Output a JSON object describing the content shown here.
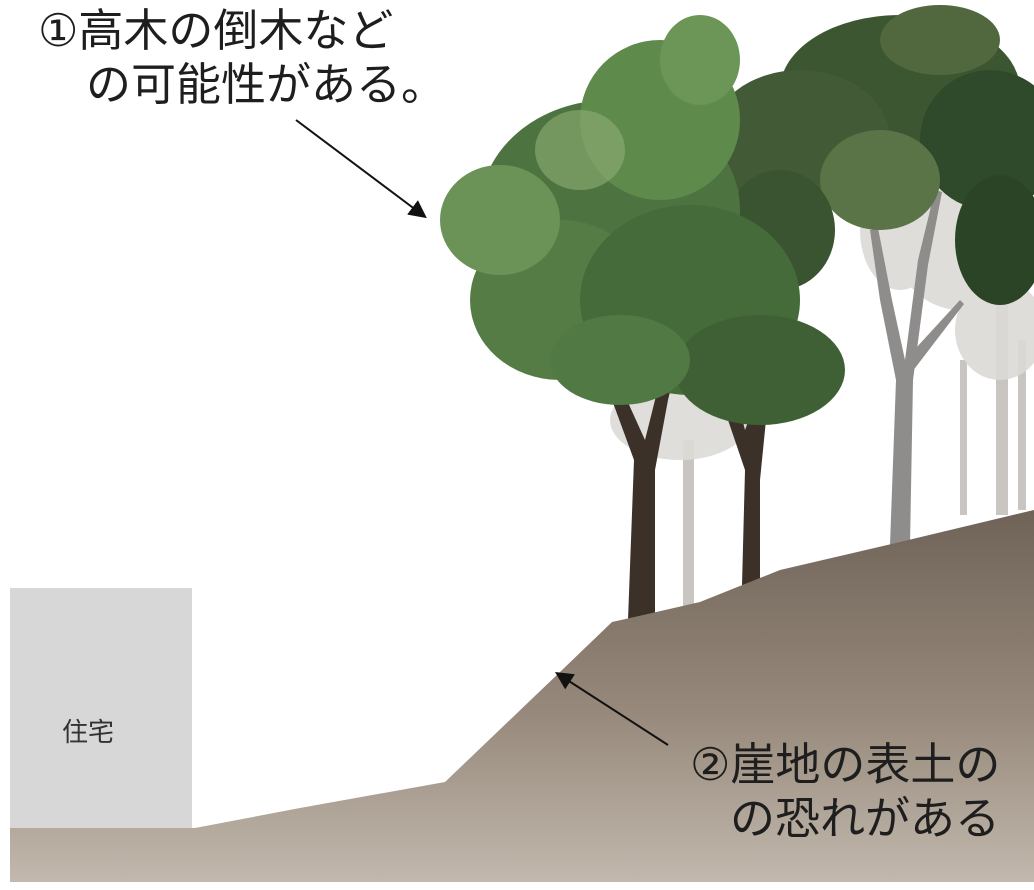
{
  "callouts": {
    "tree_fall": {
      "line1": "①高木の倒木など",
      "line2": "の可能性がある。"
    },
    "topsoil": {
      "line1": "②崖地の表土の",
      "line2": "の恐れがある"
    }
  },
  "house": {
    "label": "住宅"
  },
  "colors": {
    "ground_top": "#6f6257",
    "ground_bottom": "#bcb2a6",
    "house_fill": "#d7d7d7",
    "foliage_dark": "#2f4a2a",
    "foliage_mid": "#4d7440",
    "foliage_light": "#8fae74",
    "trunk_dark": "#3b3129",
    "trunk_gray": "#8f8c8c",
    "trunk_light": "#c9c6c2",
    "arrow": "#111111"
  },
  "icons": {
    "tree_fall_arrow": "arrow-down-right",
    "topsoil_arrow": "arrow-up-left"
  }
}
